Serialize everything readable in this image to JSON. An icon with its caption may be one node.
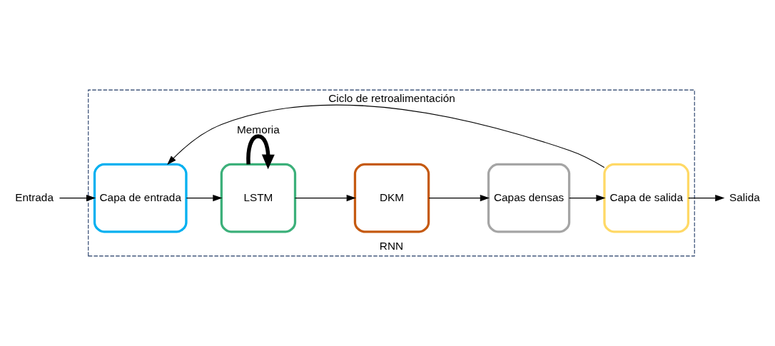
{
  "diagram": {
    "nodes": [
      {
        "text": [
          "Entrada"
        ]
      },
      {
        "text": [
          "RNN"
        ]
      },
      {
        "text": [
          "Capa de entrada"
        ],
        "in": 1
      },
      {
        "text": [
          "LSTM"
        ],
        "in": 1
      },
      {
        "text": [
          "DKM"
        ],
        "in": 1
      },
      {
        "text": [
          "Capas densas"
        ],
        "in": 1
      },
      {
        "text": [
          "Capa de salida"
        ],
        "in": 1
      },
      {
        "text": [
          "Salida"
        ]
      }
    ],
    "edges": [
      {
        "from": 0,
        "to": 2,
        "arrow": "to"
      },
      {
        "from": 2,
        "to": 3,
        "arrow": "to"
      },
      {
        "from": 3,
        "to": 3,
        "arrow": "to",
        "label": "Memoria",
        "style": "thick"
      },
      {
        "from": 3,
        "to": 4,
        "arrow": "to"
      },
      {
        "from": 4,
        "to": 5,
        "arrow": "to"
      },
      {
        "from": 5,
        "to": 6,
        "arrow": "to"
      },
      {
        "from": 6,
        "to": 7,
        "arrow": "to"
      },
      {
        "from": 6,
        "to": 2,
        "arrow": "to",
        "label": "Ciclo de retroalimentación"
      }
    ]
  }
}
